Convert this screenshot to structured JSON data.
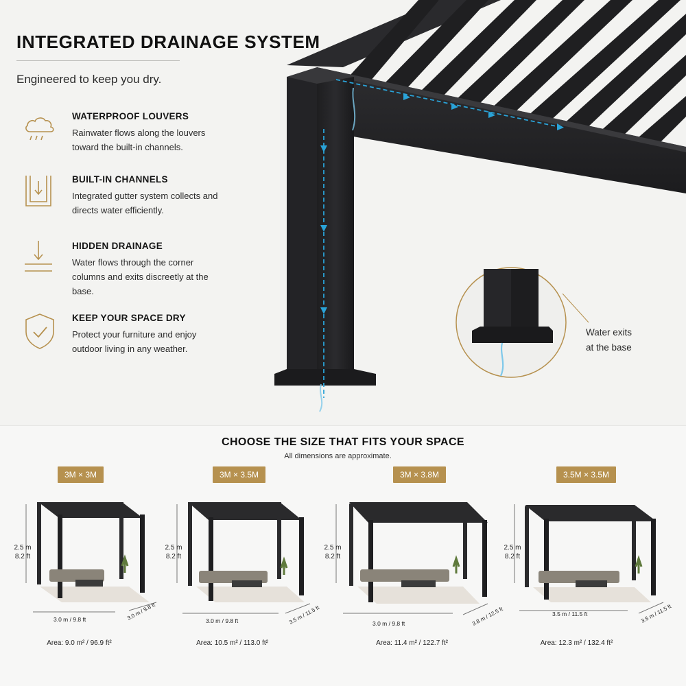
{
  "header": {
    "title": "INTEGRATED DRAINAGE SYSTEM",
    "subtitle": "Engineered to keep you dry."
  },
  "features": [
    {
      "icon": "rain-cloud-icon",
      "title": "WATERPROOF LOUVERS",
      "description": "Rainwater flows along the louvers toward the built-in channels."
    },
    {
      "icon": "gutter-channel-icon",
      "title": "BUILT-IN CHANNELS",
      "description": "Integrated gutter system collects and directs water efficiently."
    },
    {
      "icon": "drain-arrow-icon",
      "title": "HIDDEN DRAINAGE",
      "description": "Water flows through the corner columns and exits discreetly at the base."
    },
    {
      "icon": "shield-check-icon",
      "title": "KEEP YOUR SPACE DRY",
      "description": "Protect your furniture and enjoy outdoor living in any weather."
    }
  ],
  "callout": {
    "label_line1": "Water exits",
    "label_line2": "at the base"
  },
  "sizes_section": {
    "title": "CHOOSE THE SIZE THAT FITS YOUR SPACE",
    "note": "All dimensions are approximate.",
    "sizes": [
      {
        "badge": "3M × 3M",
        "height_m": "2.5 m",
        "height_ft": "8.2 ft",
        "width": "3.0 m / 9.8 ft",
        "depth": "3.0 m / 9.8 ft",
        "area": "Area: 9.0 m² / 96.9 ft²"
      },
      {
        "badge": "3M × 3.5M",
        "height_m": "2.5 m",
        "height_ft": "8.2 ft",
        "width": "3.0 m / 9.8 ft",
        "depth": "3.5 m / 11.5 ft",
        "area": "Area: 10.5 m² / 113.0 ft²"
      },
      {
        "badge": "3M × 3.8M",
        "height_m": "2.5 m",
        "height_ft": "8.2 ft",
        "width": "3.0 m / 9.8 ft",
        "depth": "3.8 m / 12.5 ft",
        "area": "Area: 11.4 m² / 122.7 ft²"
      },
      {
        "badge": "3.5M × 3.5M",
        "height_m": "2.5 m",
        "height_ft": "8.2 ft",
        "width": "3.5 m / 11.5 ft",
        "depth": "3.5 m / 11.5 ft",
        "area": "Area: 12.3 m² / 132.4 ft²"
      }
    ]
  },
  "colors": {
    "accent_gold": "#b6914f",
    "frame_dark": "#2a2a2c",
    "water_blue": "#2aa3d8"
  }
}
